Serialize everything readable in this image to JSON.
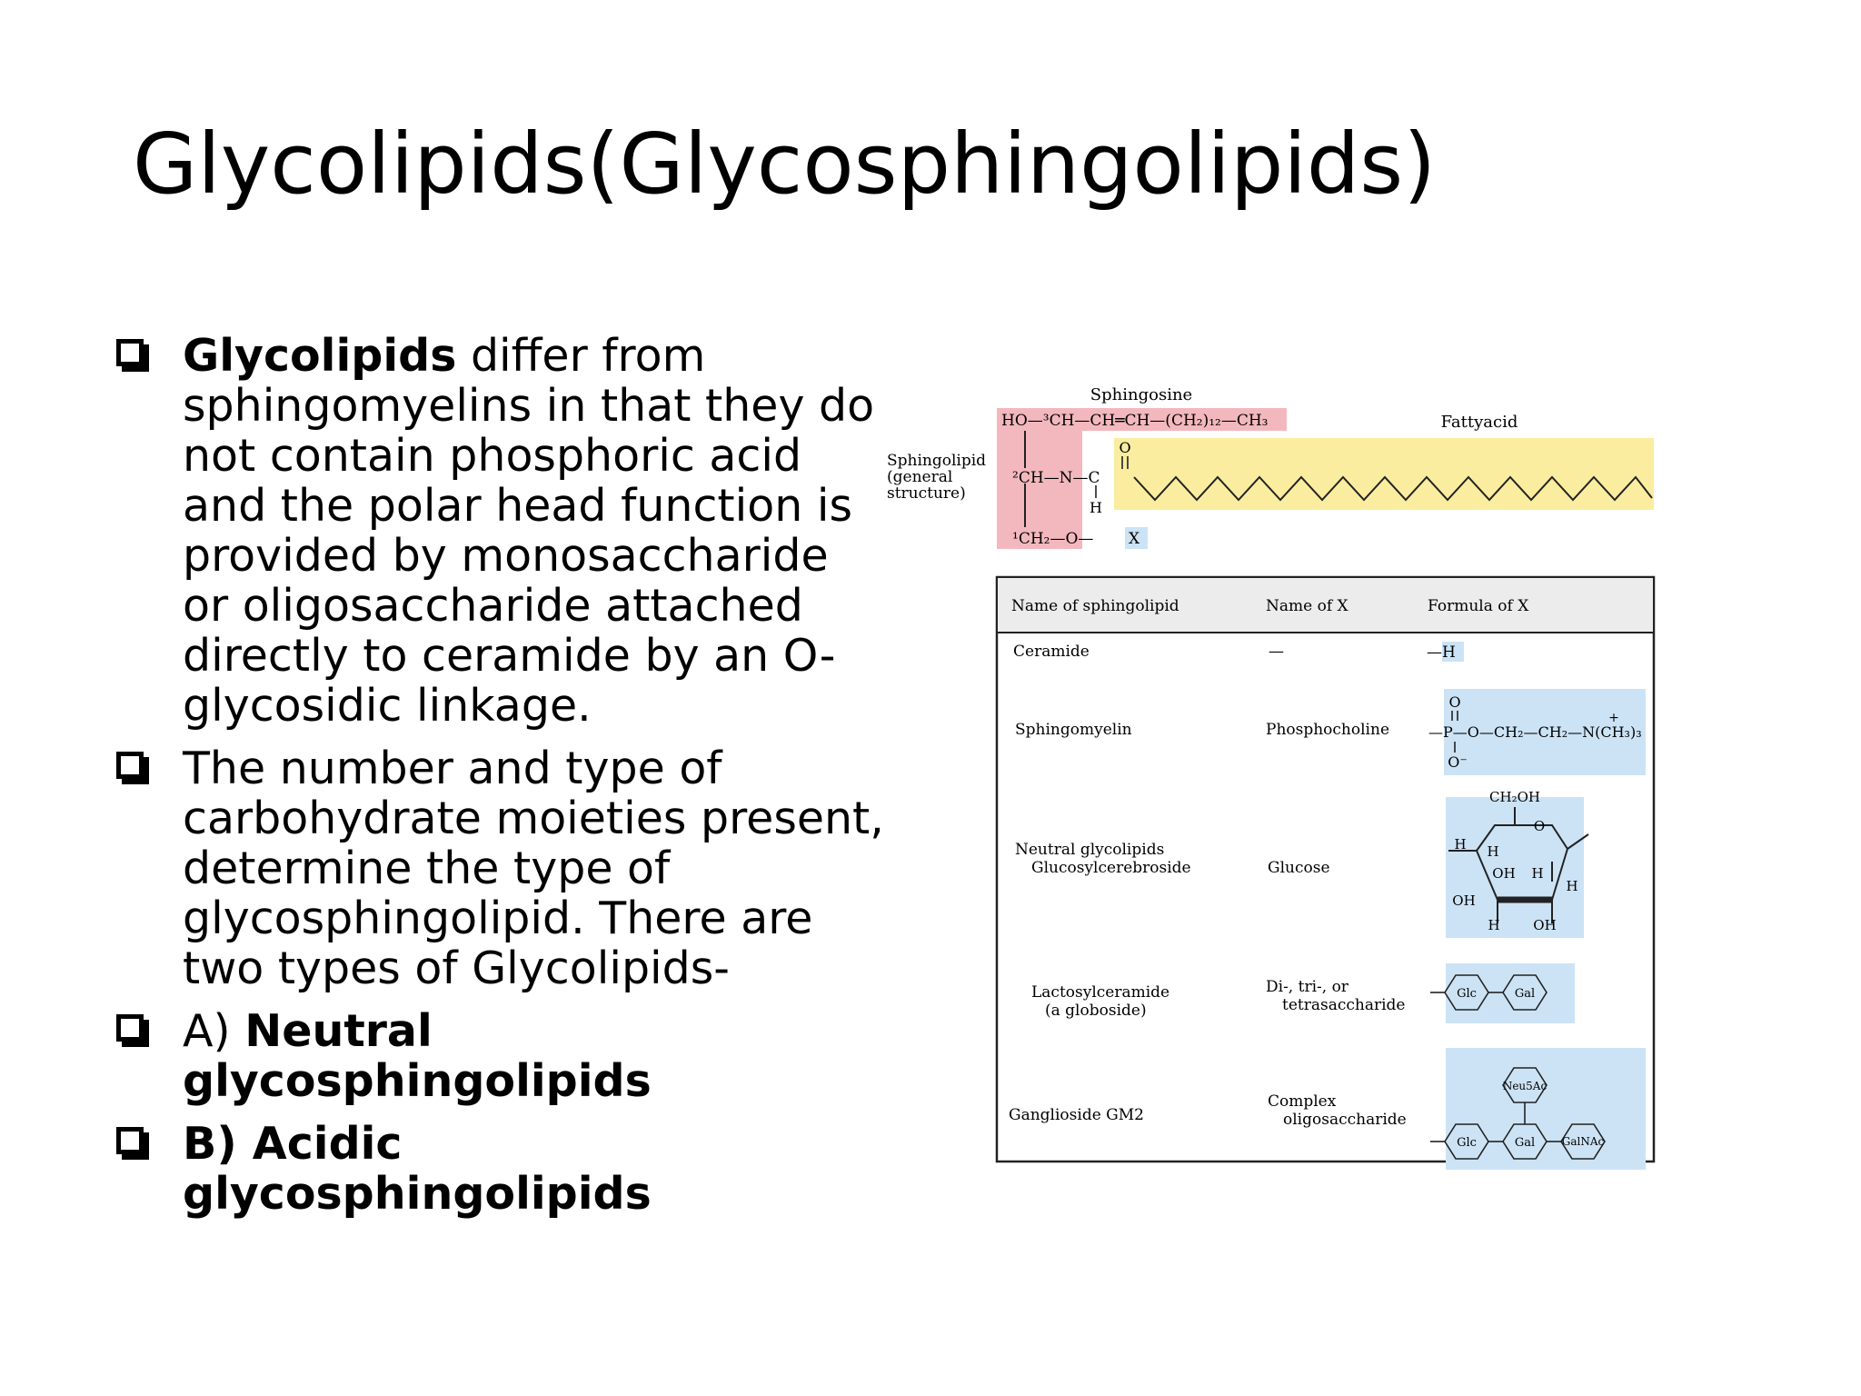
{
  "title": "Glycolipids(Glycosphingolipids)",
  "bullets": {
    "b1": {
      "bold": "Glycolipids",
      "text": "  differ from sphingomyelins in that  they do not contain phosphoric acid and the polar head function is provided by monosaccharide or oligosaccharide attached directly to ceramide by an O- glycosidic linkage."
    },
    "b2": {
      "text": "The number and type of carbohydrate moieties present, determine the type of glycosphingolipid. There are two types of Glycolipids-"
    },
    "b3": {
      "prefix": "A) ",
      "bold": "Neutral glycosphingolipids"
    },
    "b4": {
      "bold": "B) Acidic glycosphingolipids"
    }
  },
  "figure": {
    "sphingosine_label": "Sphingosine",
    "sphingosine_chain": "HO—³CH—CH═CH—(CH₂)₁₂—CH₃",
    "fatty_acid_label": "Fattyacid",
    "sphingolipid_label": [
      "Sphingolipid",
      "(general",
      "structure)"
    ],
    "c2": "²CH—N—C",
    "carbonyl_o": "O",
    "n_h": "H",
    "c1": "¹CH₂—O—",
    "x": "X",
    "table": {
      "headers": [
        "Name of sphingolipid",
        "Name of X",
        "Formula of X"
      ],
      "rows": [
        {
          "name": [
            "Ceramide"
          ],
          "x_name": [
            "—"
          ],
          "formula": "—H"
        },
        {
          "name": [
            "Sphingomyelin"
          ],
          "x_name": [
            "Phosphocholine"
          ],
          "formula": "—P—O—CH₂—CH₂—N(CH₃)₃"
        },
        {
          "name": [
            "Neutral glycolipids",
            "Glucosylcerebroside"
          ],
          "x_name": [
            "Glucose"
          ],
          "formula": ""
        },
        {
          "name": [
            "Lactosylceramide",
            "(a globoside)"
          ],
          "x_name": [
            "Di-, tri-, or",
            "tetrasaccharide"
          ],
          "formula": ""
        },
        {
          "name": [
            "Ganglioside GM2"
          ],
          "x_name": [
            "Complex",
            "oligosaccharide"
          ],
          "formula": ""
        }
      ]
    },
    "phospho_o_top": "O",
    "phospho_o_bottom": "O⁻",
    "phospho_plus": "+",
    "glucose_labels": {
      "ch2oh": "CH₂OH",
      "o": "O",
      "h1": "H",
      "h2": "H",
      "oh1": "OH",
      "h3": "H",
      "h4": "H",
      "oh2": "OH",
      "h5": "H",
      "oh3": "OH"
    },
    "sugars": {
      "glc": "Glc",
      "gal": "Gal",
      "neu5ac": "Neu5Ac",
      "galnac": "GalNAc"
    }
  },
  "colors": {
    "sphingosine_box": "#f2b8be",
    "fatty_acid_box": "#fbed9f",
    "formula_box": "#cce3f5",
    "table_header": "#ececec"
  }
}
